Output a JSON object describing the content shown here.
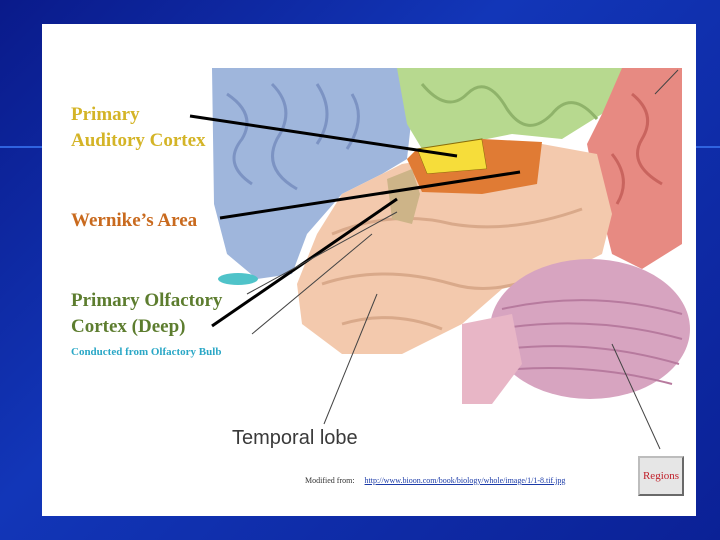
{
  "labels": {
    "auditory_line1": "Primary",
    "auditory_line2": "Auditory Cortex",
    "wernicke": "Wernike’s Area",
    "olfactory_line1": "Primary Olfactory",
    "olfactory_line2": "Cortex (Deep)",
    "olfactory_sub": "Conducted from Olfactory Bulb",
    "temporal_lobe": "Temporal lobe"
  },
  "credit": {
    "prefix": "Modified from:",
    "url": "http://www.bioon.com/book/biology/whole/image/1/1-8.tif.jpg"
  },
  "regions_button": "Regions",
  "colors": {
    "auditory": "#d4b427",
    "wernicke": "#c96a1e",
    "olfactory": "#5d7d2f",
    "subtext": "#2aa7c6",
    "background": "#0b2196"
  }
}
